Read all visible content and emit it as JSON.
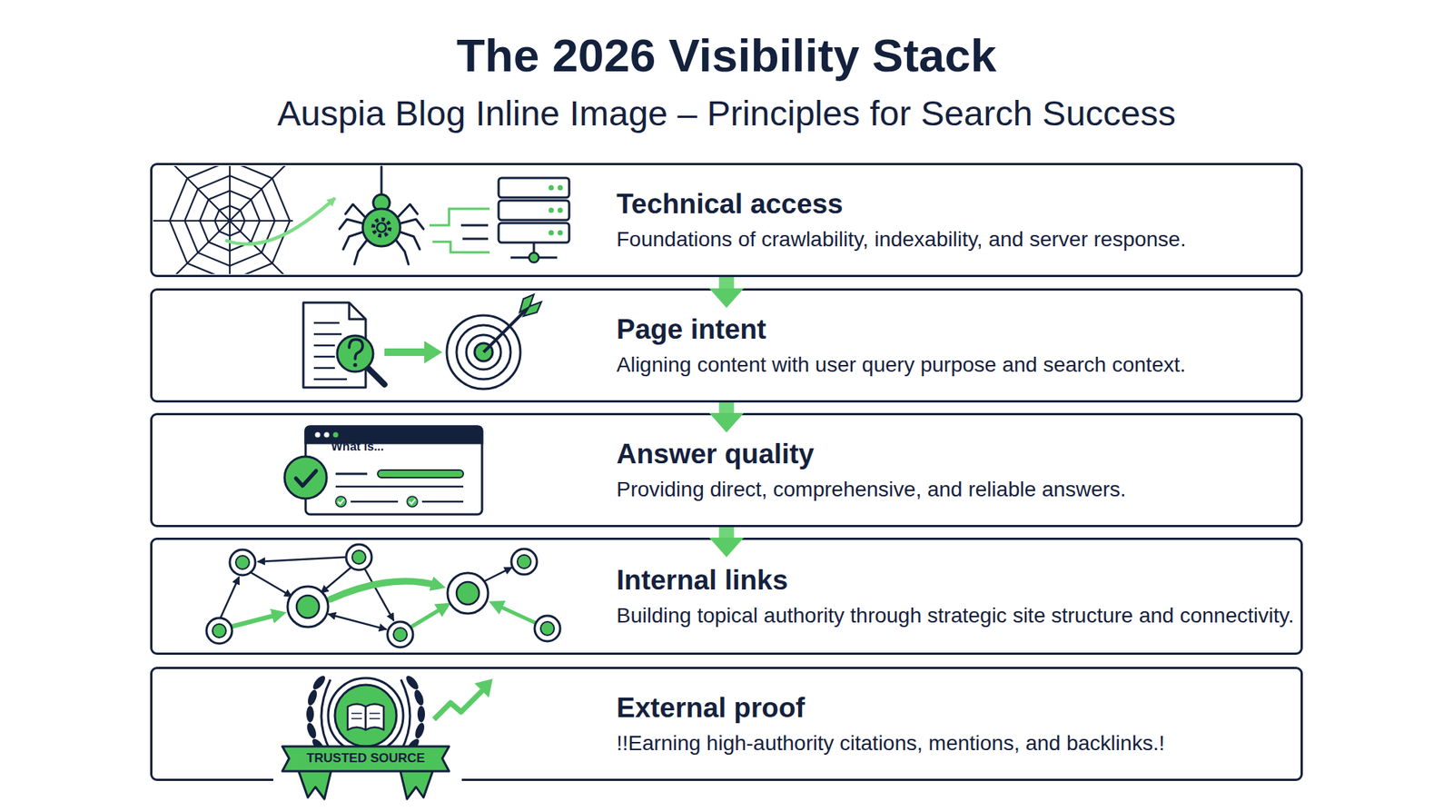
{
  "diagram": {
    "title": "The 2026 Visibility Stack",
    "caption": "Auspia Blog Inline Image – Principles for Search Success",
    "nodes": [
      {
        "text": [
          "Technical access",
          "Foundations of crawlability, indexability, and server response."
        ]
      },
      {
        "text": [
          "Page intent",
          "Aligning content with user query purpose and search context."
        ]
      },
      {
        "text": [
          "Answer quality",
          "Providing direct, comprehensive, and reliable answers."
        ]
      },
      {
        "text": [
          "Internal links",
          "Building topical authority through strategic site structure and connectivity."
        ]
      },
      {
        "text": [
          "External proof",
          "!!Earning high-authority citations, mentions, and backlinks.!"
        ]
      }
    ],
    "edges": [
      {
        "from": 0,
        "to": 1,
        "arrow": "to"
      },
      {
        "from": 1,
        "to": 2,
        "arrow": "to"
      },
      {
        "from": 2,
        "to": 3,
        "arrow": "to"
      }
    ],
    "labels": [
      "What is...",
      "TRUSTED SOURCE"
    ]
  }
}
